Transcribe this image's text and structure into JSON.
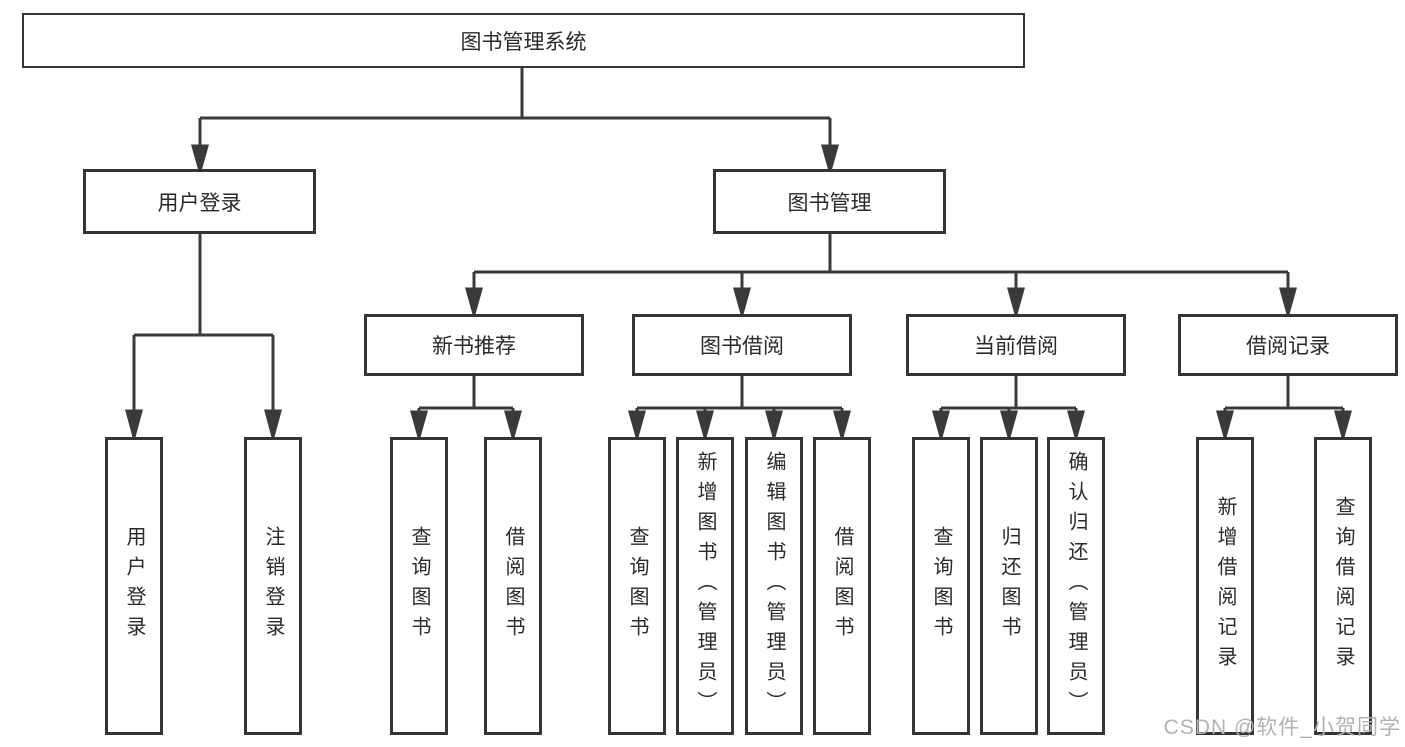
{
  "tree": {
    "root": {
      "label": "图书管理系统",
      "children": [
        {
          "label": "用户登录",
          "children": [
            {
              "label": "用户登录"
            },
            {
              "label": "注销登录"
            }
          ]
        },
        {
          "label": "图书管理",
          "children": [
            {
              "label": "新书推荐",
              "children": [
                {
                  "label": "查询图书"
                },
                {
                  "label": "借阅图书"
                }
              ]
            },
            {
              "label": "图书借阅",
              "children": [
                {
                  "label": "查询图书"
                },
                {
                  "label": "新增图书（管理员）"
                },
                {
                  "label": "编辑图书（管理员）"
                },
                {
                  "label": "借阅图书"
                }
              ]
            },
            {
              "label": "当前借阅",
              "children": [
                {
                  "label": "查询图书"
                },
                {
                  "label": "归还图书"
                },
                {
                  "label": "确认归还（管理员）"
                }
              ]
            },
            {
              "label": "借阅记录",
              "children": [
                {
                  "label": "新增借阅记录"
                },
                {
                  "label": "查询借阅记录"
                }
              ]
            }
          ]
        }
      ]
    }
  },
  "watermark": {
    "text": "CSDN @软件_小贺同学"
  },
  "colors": {
    "line": "#3a3a3a",
    "box_border": "#353535",
    "text": "#2a2a2a",
    "watermark": "#b2b2b2",
    "background": "#ffffff"
  }
}
